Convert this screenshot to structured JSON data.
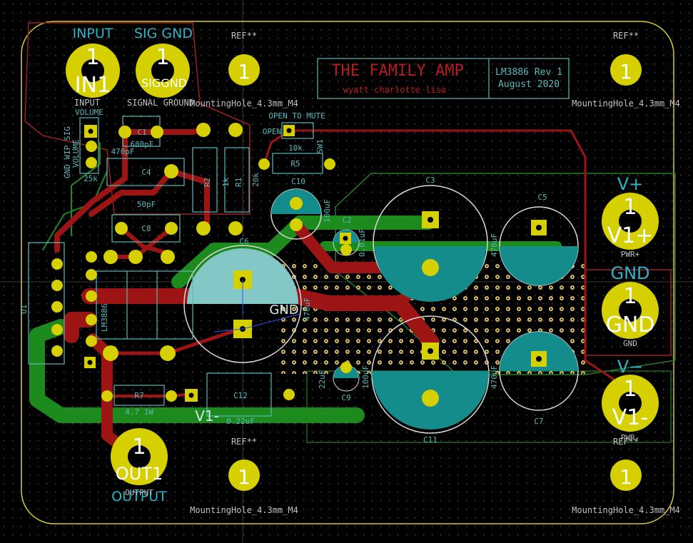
{
  "board": {
    "title": "THE FAMILY AMP",
    "authors": "wyatt charlotte lisa",
    "part": "LM3886 Rev 1",
    "date": "August 2020"
  },
  "connectors": {
    "input": {
      "num": "1",
      "ref": "IN1",
      "top": "INPUT",
      "bottom": "INPUT"
    },
    "siggnd": {
      "num": "1",
      "ref": "SIGGND",
      "top": "SIG GND",
      "bottom": "SIGNAL GROUND"
    },
    "vplus": {
      "num": "1",
      "ref": "V1+",
      "top": "V+",
      "bottom": "PWR+"
    },
    "gnd": {
      "num": "1",
      "ref": "GND",
      "top": "GND",
      "bottom": "GND"
    },
    "vminus": {
      "num": "1",
      "ref": "V1-",
      "top": "V−",
      "bottom": "PWR-"
    },
    "output": {
      "num": "1",
      "ref": "OUT1",
      "bottom": "OUTPUT"
    }
  },
  "mounting_holes": {
    "ref": "REF**",
    "num": "1",
    "value": "MountingHole_4.3mm_M4"
  },
  "labels": {
    "volume": "VOLUME",
    "gnd_wip_sig": "GND WIP SIG",
    "volume2": "VOLUME",
    "pot_val": "25k",
    "open_to_mute": "OPEN TO MUTE",
    "open_short": "OPEN",
    "sw1": "SW1",
    "r5": "R5",
    "r5_val": "10k",
    "r_20k": "20k",
    "r2": "R2",
    "r1": "R1",
    "r1_val": "1k",
    "c1": "C1",
    "c1_val": "680pF",
    "c1_val2": "470pF",
    "c4": "C4",
    "c4_val": "50pF",
    "c8": "C8",
    "c6": "C6",
    "c6_val": "470uF",
    "c10": "C10",
    "c10_val": "100uF",
    "c2": "C2",
    "c2_val": "0.01uF",
    "c3": "C3",
    "c3_val": "470uF",
    "c5": "C5",
    "c7": "C7",
    "c9": "C9",
    "c9_val": "22uF",
    "c11": "C11",
    "c11_val": "470uF",
    "c11_val2": "100uF",
    "c12": "C12",
    "c12_val": "0.22uF",
    "r7": "R7",
    "r7_val": "4.7 1W",
    "u1": "U1",
    "u1_val": "LM3886",
    "gnd_plane": "GND",
    "v1minus_net": "V1-"
  }
}
